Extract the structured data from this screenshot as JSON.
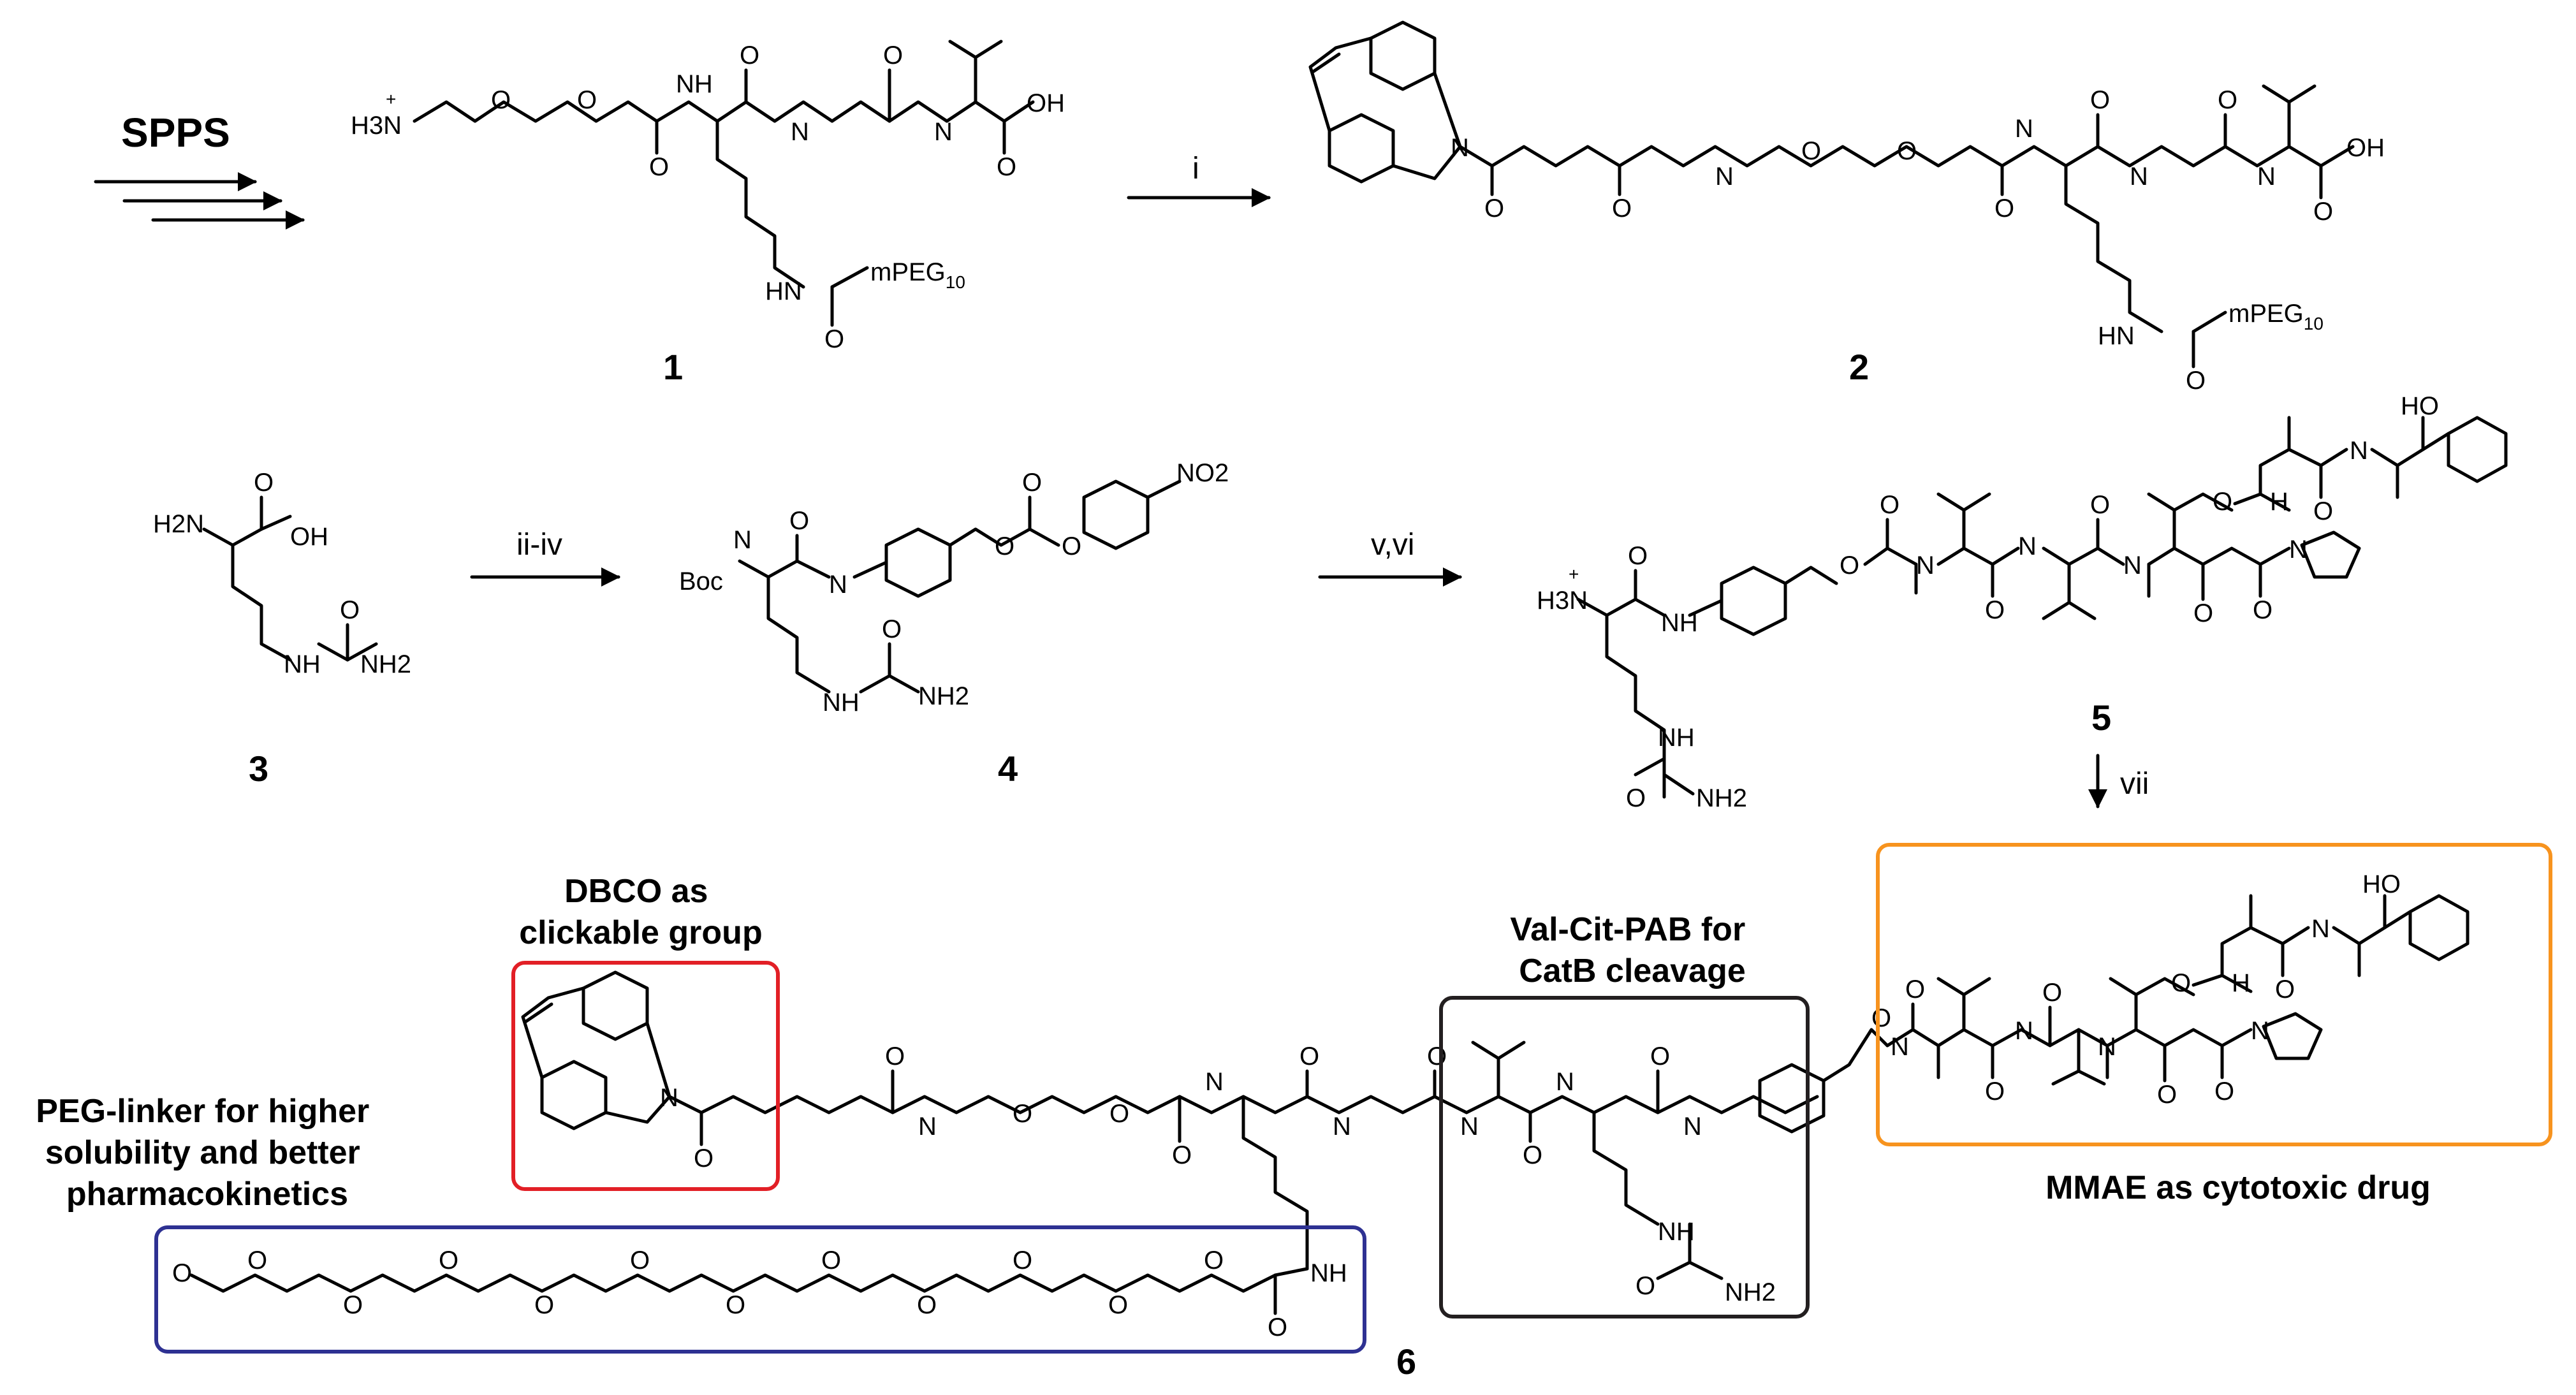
{
  "colors": {
    "ink": "#000000",
    "dbco_box": "#e21f26",
    "peg_box": "#2e3192",
    "valcit_box": "#231f20",
    "mmae_box": "#f7931e"
  },
  "header": {
    "spps": "SPPS"
  },
  "compounds": {
    "c1": "1",
    "c2": "2",
    "c3": "3",
    "c4": "4",
    "c5": "5",
    "c6": "6"
  },
  "steps": {
    "s1": "i",
    "s2": "ii-iv",
    "s3": "v,vi",
    "s4": "vii"
  },
  "atoms": {
    "H3N": "H3N",
    "plus": "+",
    "NH": "NH",
    "HN": "HN",
    "N": "N",
    "O": "O",
    "OH": "OH",
    "HO": "HO",
    "H": "H",
    "H2N": "H2N",
    "NH2": "NH2",
    "Boc": "Boc",
    "NO2": "NO2",
    "mPEG": "mPEG",
    "peg_index": "10"
  },
  "annotations": {
    "dbco": [
      "DBCO as",
      "clickable group"
    ],
    "peg": [
      "PEG-linker for higher",
      "solubility and better",
      "pharmacokinetics"
    ],
    "valcit": [
      "Val-Cit-PAB for",
      "CatB cleavage"
    ],
    "mmae": "MMAE as cytotoxic drug"
  }
}
